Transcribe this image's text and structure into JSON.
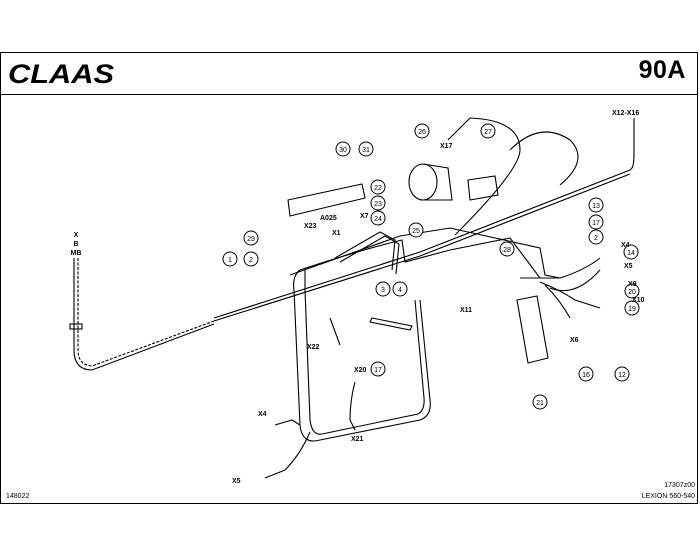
{
  "header": {
    "brand": "CLAAS",
    "page": "90A"
  },
  "footer": {
    "left_code": "148022",
    "right_code": "17307z00",
    "model": "LEXION 560-540"
  },
  "side_label": [
    "X",
    "B",
    "MB"
  ],
  "callouts": [
    "1",
    "2",
    "2",
    "3",
    "4",
    "12",
    "13",
    "14",
    "16",
    "17",
    "17",
    "19",
    "20",
    "21",
    "22",
    "23",
    "24",
    "25",
    "26",
    "27",
    "28",
    "29",
    "30",
    "31"
  ],
  "connectors": [
    "X1",
    "X4",
    "X4",
    "X5",
    "X5",
    "X6",
    "X7",
    "X9",
    "X10",
    "X11",
    "X12-X16",
    "X17",
    "X20",
    "X21",
    "X22",
    "X23",
    "A025"
  ]
}
